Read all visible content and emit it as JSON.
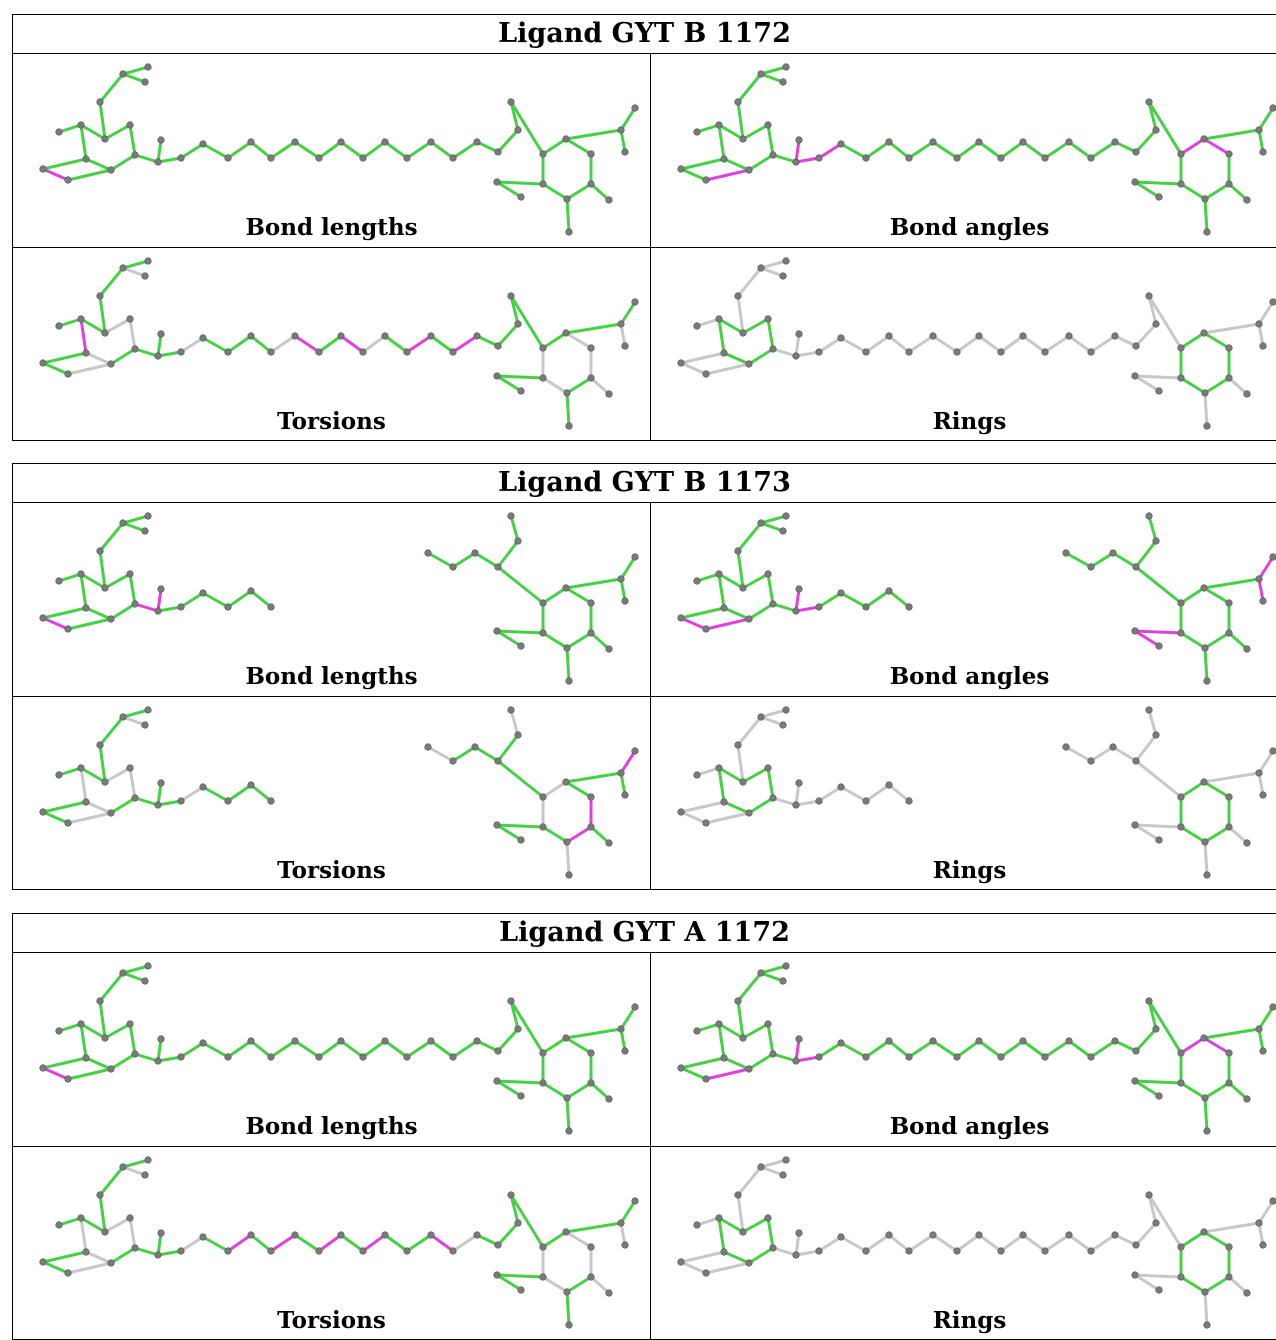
{
  "colors": {
    "ok": "#46d046",
    "outlier": "#e040e0",
    "unassessed": "#c8c8c8",
    "atom": "#7a7a7a"
  },
  "blocks": [
    {
      "title": "Ligand GYT B 1172",
      "panels": [
        {
          "label": "Bond lengths",
          "variant": "full",
          "bonds": "lengths",
          "outliers": [
            12
          ]
        },
        {
          "label": "Bond angles",
          "variant": "full",
          "bonds": "angles",
          "outliers": [
            13,
            15,
            16,
            17,
            33,
            34
          ]
        },
        {
          "label": "Torsions",
          "variant": "full",
          "bonds": "torsions",
          "outliers": [
            22,
            24,
            27,
            29,
            5
          ]
        },
        {
          "label": "Rings",
          "variant": "full",
          "bonds": "rings",
          "outliers": []
        }
      ]
    },
    {
      "title": "Ligand GYT B 1173",
      "panels": [
        {
          "label": "Bond lengths",
          "variant": "split",
          "bonds": "lengths",
          "outliers": [
            12,
            14,
            15
          ]
        },
        {
          "label": "Bond angles",
          "variant": "split",
          "bonds": "angles",
          "outliers": [
            12,
            13,
            15,
            16,
            33,
            34,
            35,
            36,
            40,
            41
          ]
        },
        {
          "label": "Torsions",
          "variant": "split",
          "bonds": "torsions",
          "outliers": [
            28,
            29,
            33
          ]
        },
        {
          "label": "Rings",
          "variant": "split",
          "bonds": "rings",
          "outliers": []
        }
      ]
    },
    {
      "title": "Ligand GYT A 1172",
      "panels": [
        {
          "label": "Bond lengths",
          "variant": "full",
          "bonds": "lengths",
          "outliers": [
            12
          ]
        },
        {
          "label": "Bond angles",
          "variant": "full",
          "bonds": "angles",
          "outliers": [
            13,
            15,
            16,
            33,
            34
          ]
        },
        {
          "label": "Torsions",
          "variant": "full",
          "bonds": "torsions",
          "outliers": [
            19,
            21,
            23,
            25,
            28
          ]
        },
        {
          "label": "Rings",
          "variant": "full",
          "bonds": "rings",
          "outliers": []
        }
      ]
    }
  ]
}
